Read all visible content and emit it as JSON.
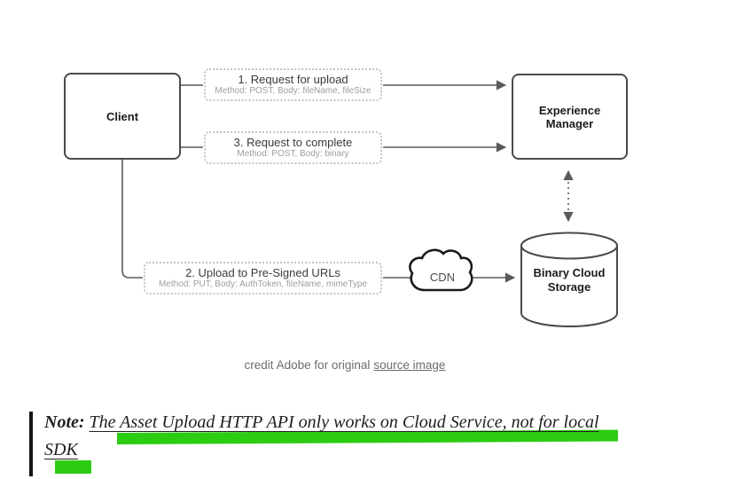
{
  "diagram": {
    "nodes": {
      "client": "Client",
      "experience_manager": "Experience Manager",
      "binary_cloud_storage": "Binary Cloud Storage",
      "cdn": "CDN"
    },
    "steps": [
      {
        "title": "1. Request for upload",
        "subtitle": "Method: POST, Body: fileName, fileSize"
      },
      {
        "title": "3. Request to complete",
        "subtitle": "Method: POST, Body: binary"
      },
      {
        "title": "2. Upload to Pre-Signed URLs",
        "subtitle": "Method: PUT, Body: AuthToken, fileName, mimeType"
      }
    ]
  },
  "credit": {
    "prefix": "credit Adobe for original",
    "link_text": "source image"
  },
  "note": {
    "label": "Note:",
    "line1": "The Asset Upload HTTP API only works on Cloud Service, not for local",
    "line2": "SDK"
  },
  "colors": {
    "highlight_green": "#2ccc12",
    "node_border": "#4a4a4a",
    "dashed_box_border": "#c4c4c4",
    "arrow": "#5a5a5a",
    "step_subtitle_text": "#9e9e9e",
    "credit_text": "#6d6d6d",
    "note_quote_bar": "#141414"
  }
}
